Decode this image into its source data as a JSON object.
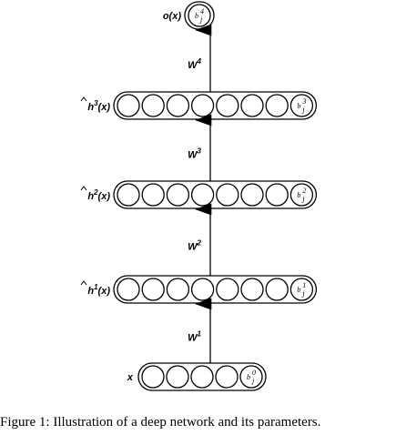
{
  "diagram": {
    "layers": [
      {
        "id": "x",
        "label": "x",
        "hat": false,
        "sup": "",
        "units": 4,
        "bias": "b",
        "bias_sup": "0",
        "bias_sub": "j"
      },
      {
        "id": "h1",
        "label": "h",
        "hat": true,
        "sup": "1",
        "suffix": "(x)",
        "units": 7,
        "bias": "b",
        "bias_sup": "1",
        "bias_sub": "j"
      },
      {
        "id": "h2",
        "label": "h",
        "hat": true,
        "sup": "2",
        "suffix": "(x)",
        "units": 7,
        "bias": "b",
        "bias_sup": "2",
        "bias_sub": "j"
      },
      {
        "id": "h3",
        "label": "h",
        "hat": true,
        "sup": "3",
        "suffix": "(x)",
        "units": 7,
        "bias": "b",
        "bias_sup": "3",
        "bias_sub": "j"
      },
      {
        "id": "o",
        "label": "o(x)",
        "hat": false,
        "sup": "",
        "units": 0,
        "bias": "b",
        "bias_sup": "4",
        "bias_sub": "j"
      }
    ],
    "weights": [
      {
        "name": "W",
        "sup": "1"
      },
      {
        "name": "W",
        "sup": "2"
      },
      {
        "name": "W",
        "sup": "3"
      },
      {
        "name": "W",
        "sup": "4"
      }
    ]
  },
  "caption": "Figure 1: Illustration of a deep network and its parameters."
}
